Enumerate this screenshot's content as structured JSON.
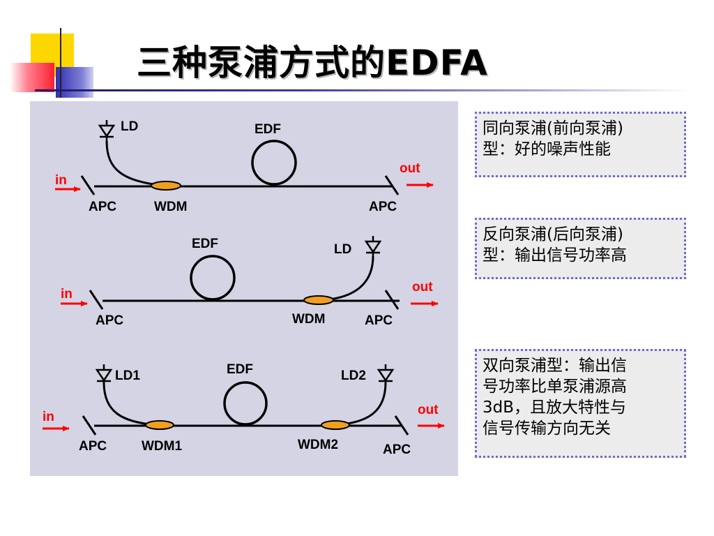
{
  "title": "三种泵浦方式的EDFA",
  "colors": {
    "panel": "#d4d4e4",
    "fiber": "#000000",
    "wdm": "#f0a020",
    "signal": "#ff0000",
    "note_border": "#6a6ad8",
    "note_bg": "#ececec",
    "deco_yellow": "#ffd700",
    "deco_red": "#ff3040",
    "deco_blue": "#4040c0"
  },
  "diagrams": [
    {
      "labels": {
        "pump": "LD",
        "edf": "EDF",
        "in": "in",
        "out": "out",
        "apc_left": "APC",
        "wdm": "WDM",
        "apc_right": "APC"
      }
    },
    {
      "labels": {
        "edf": "EDF",
        "pump": "LD",
        "in": "in",
        "out": "out",
        "apc_left": "APC",
        "wdm": "WDM",
        "apc_right": "APC"
      }
    },
    {
      "labels": {
        "pump1": "LD1",
        "edf": "EDF",
        "pump2": "LD2",
        "in": "in",
        "out": "out",
        "apc_left": "APC",
        "wdm1": "WDM1",
        "wdm2": "WDM2",
        "apc_right": "APC"
      }
    }
  ],
  "notes": [
    {
      "lines": [
        "同向泵浦(前向泵浦)",
        "型：好的噪声性能"
      ]
    },
    {
      "lines": [
        "反向泵浦(后向泵浦)",
        "型：输出信号功率高"
      ]
    },
    {
      "lines": [
        "双向泵浦型：输出信",
        "号功率比单泵浦源高",
        "3dB，且放大特性与",
        "信号传输方向无关"
      ]
    }
  ]
}
